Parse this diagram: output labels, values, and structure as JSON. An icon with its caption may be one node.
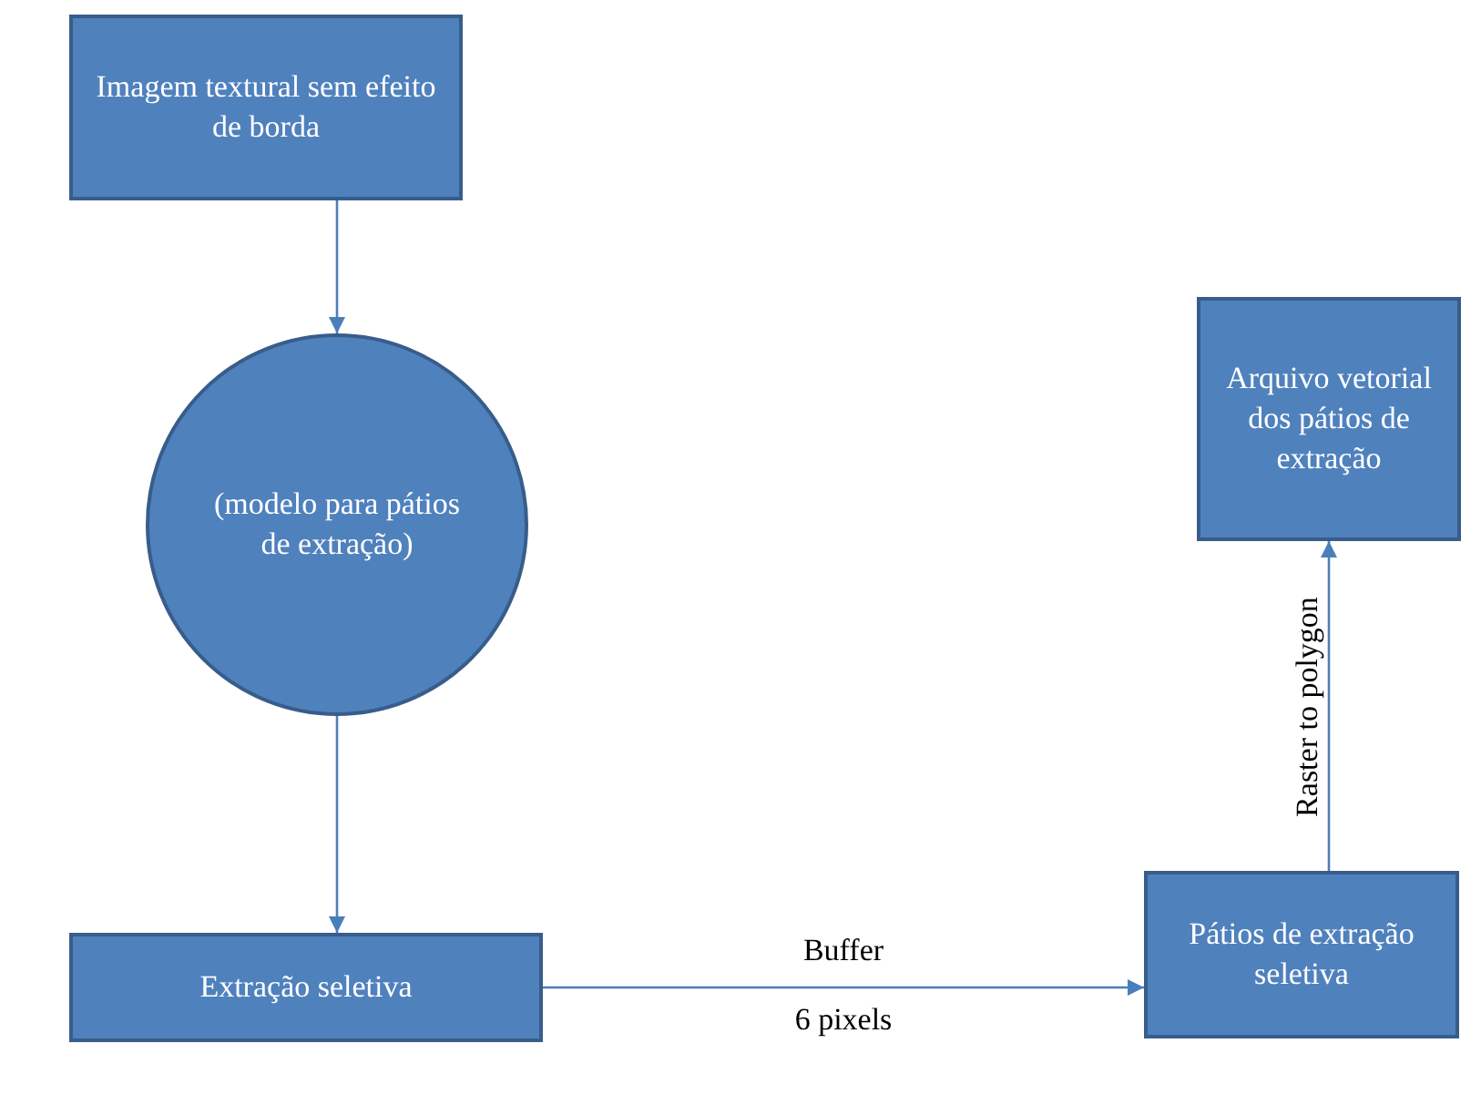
{
  "diagram": {
    "nodes": [
      {
        "text": [
          "Imagem textural sem efeito de borda"
        ]
      },
      {
        "text": [
          "(modelo para pátios de extração)"
        ]
      },
      {
        "text": [
          "Extração seletiva"
        ]
      },
      {
        "text": [
          "Pátios de extração seletiva"
        ]
      },
      {
        "text": [
          "Arquivo vetorial dos pátios de extração"
        ]
      }
    ],
    "edges": [
      {
        "from": 0,
        "to": 1,
        "arrow": "to"
      },
      {
        "from": 1,
        "to": 2,
        "arrow": "to"
      },
      {
        "from": 2,
        "to": 3,
        "arrow": "to",
        "label": "Buffer"
      },
      {
        "from": 3,
        "to": 4,
        "arrow": "to",
        "label": "Raster to polygon"
      }
    ],
    "labels": [
      "6 pixels"
    ]
  }
}
